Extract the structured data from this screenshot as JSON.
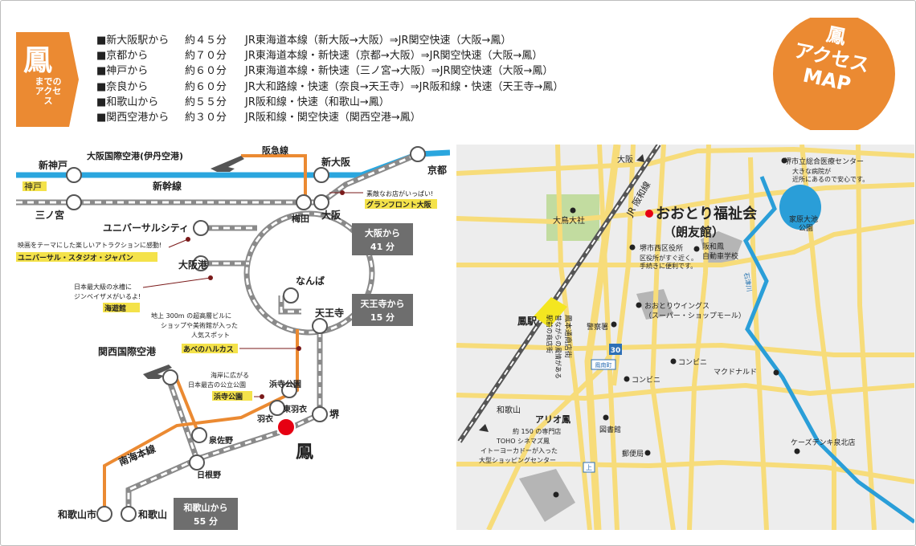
{
  "header": {
    "tag_kanji": "鳳",
    "tag_sub": "までのアクセス",
    "badge": {
      "line1": "鳳",
      "line2": "アクセス",
      "line3": "MAP"
    },
    "routes": [
      {
        "from": "■新大阪駅から",
        "time": "約４５分",
        "via": "JR東海道本線（新大阪→大阪）⇒JR関空快速（大阪→鳳）"
      },
      {
        "from": "■京都から",
        "time": "約７０分",
        "via": "JR東海道本線・新快速（京都→大阪）⇒JR関空快速（大阪→鳳）"
      },
      {
        "from": "■神戸から",
        "time": "約６０分",
        "via": "JR東海道本線・新快速（三ノ宮→大阪）⇒JR関空快速（大阪→鳳）"
      },
      {
        "from": "■奈良から",
        "time": "約６０分",
        "via": "JR大和路線・快速（奈良→天王寺）⇒JR阪和線・快速（天王寺→鳳）"
      },
      {
        "from": "■和歌山から",
        "time": "約５５分",
        "via": "JR阪和線・快速（和歌山→鳳）"
      },
      {
        "from": "■関西空港から",
        "time": "約３０分",
        "via": "JR阪和線・関空快速（関西空港→鳳）"
      }
    ]
  },
  "rail_map": {
    "stations": {
      "shinkobe": "新神戸",
      "kobe": "神戸",
      "sannomiya": "三ノ宮",
      "shinosaka": "新大阪",
      "kyoto": "京都",
      "umeda": "梅田",
      "osaka": "大阪",
      "usj": "ユニバーサルシティ",
      "osakako": "大阪港",
      "namba": "なんば",
      "tennoji": "天王寺",
      "kix": "関西国際空港",
      "hamaderakoen": "浜寺公園",
      "higashihagoromo": "東羽衣",
      "hagoromo": "羽衣",
      "sakai": "堺",
      "otori": "鳳",
      "izumisano": "泉佐野",
      "hineno": "日根野",
      "wakayamashi": "和歌山市",
      "wakayama": "和歌山"
    },
    "lines": {
      "hankyu": "阪急線",
      "shinkansen": "新幹線",
      "nankai": "南海本線"
    },
    "airport_itami": "大阪国際空港(伊丹空港)",
    "time_boxes": {
      "osaka": [
        "大阪から",
        "41 分"
      ],
      "tennoji": [
        "天王寺から",
        "15 分"
      ],
      "wakayama": [
        "和歌山から",
        "55 分"
      ]
    },
    "callouts": {
      "grandfront_note": "素敵なお店がいっぱい!",
      "grandfront": "グランフロント大阪",
      "usj_note": "映画をテーマにした楽しいアトラクションに感動!",
      "usj": "ユニバーサル・スタジオ・ジャパン",
      "kaiyukan_note1": "日本最大級の水槽に",
      "kaiyukan_note2": "ジンベイザメがいるよ!",
      "kaiyukan": "海遊館",
      "harukas_note1": "地上 300m の超高層ビルに",
      "harukas_note2": "ショップや美術館が入った",
      "harukas_note3": "人気スポット",
      "harukas": "あべのハルカス",
      "hamadera_note1": "海岸に広がる",
      "hamadera_note2": "日本最古の公立公園",
      "hamadera": "浜寺公園"
    }
  },
  "street_map": {
    "facility": [
      "おおとり福祉会",
      "（朗友館）"
    ],
    "osaka_dir": "大阪",
    "wakayama_dir": "和歌山",
    "jr_line": "JR 阪和線",
    "ootori_taisha": "大鳥大社",
    "hospital": [
      "堺市立総合医療センター",
      "大きな病院が",
      "近所にあるので安心です。"
    ],
    "park": [
      "家原大池",
      "公園"
    ],
    "ward_office": [
      "堺市西区役所",
      "区役所がすぐ近く。",
      "手続きに便利です。"
    ],
    "driving_school": [
      "阪和鳳",
      "自動車学校"
    ],
    "river": "石津川",
    "wings": [
      "おおとりウイングス",
      "（スーパー・ショップモール）"
    ],
    "station": "鳳駅",
    "police": "警察署",
    "street": [
      "鳳本通商店街",
      "昔ながらの風情がある",
      "駅前の商店街"
    ],
    "route_no": "30",
    "intersection_otori": "鳳南町",
    "konbini": "コンビニ",
    "mcd": "マクドナルド",
    "ario": [
      "アリオ鳳",
      "約 150 の専門店",
      "TOHO シネマズ鳳",
      "イトーヨーカドーが入った",
      "大型ショッピングセンター"
    ],
    "library": "図書館",
    "post_office": "郵便局",
    "intersection_kami": "上",
    "kz_denki": "ケーズデンキ泉北店"
  },
  "colors": {
    "accent_orange": "#eb8a32",
    "jr_blue": "#2aa6de",
    "otori_red": "#e60012",
    "road_yellow": "#f7dc7a",
    "park_green": "#c2dca0",
    "water_blue": "#2a9ed8",
    "box_gray": "#6e6e6e"
  },
  "icons": {
    "airplane": "airplane-icon",
    "direction": "arrow-icon"
  }
}
